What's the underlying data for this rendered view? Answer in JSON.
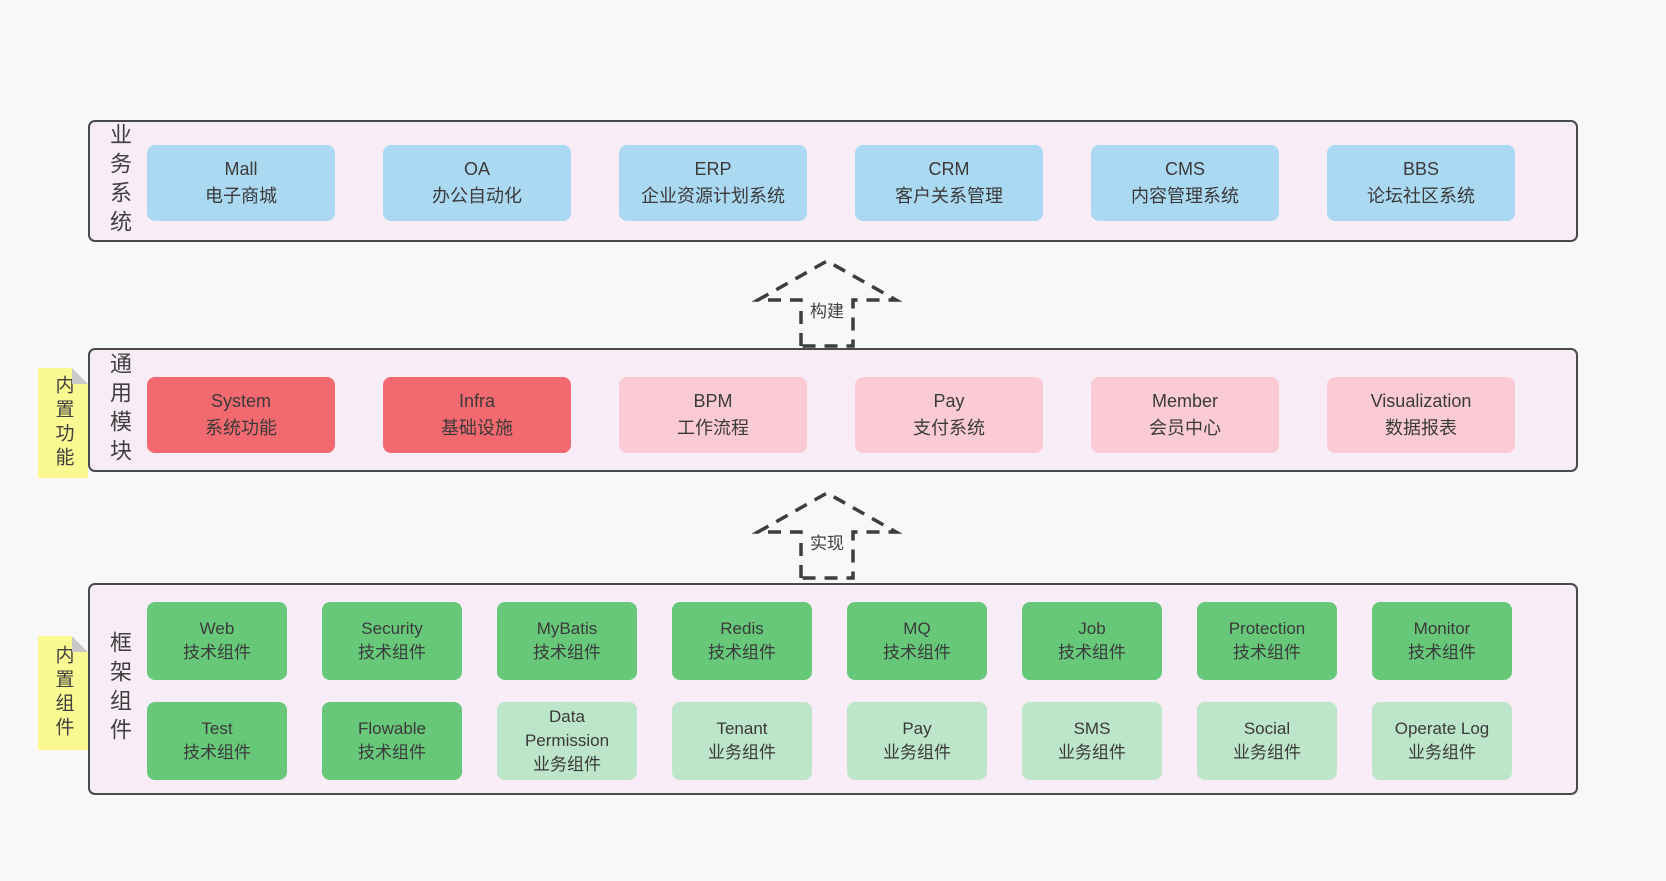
{
  "colors": {
    "page_bg": "#f8f8f8",
    "band_bg": "#f8edf6",
    "band_border": "#4a4a4a",
    "blue_box": "#abd9f2",
    "red_box": "#f2696f",
    "pink_box": "#fbcbd5",
    "green_box": "#67c87a",
    "light_green_box": "#bde5c9",
    "sticky_yellow": "#fbf992",
    "sticky_fold": "#c9c9c9",
    "text": "#3b3b3b"
  },
  "arrows": [
    {
      "label": "构建"
    },
    {
      "label": "实现"
    }
  ],
  "bands": [
    {
      "label": "业务系统",
      "boxes": [
        {
          "en": "Mall",
          "zh": "电子商城"
        },
        {
          "en": "OA",
          "zh": "办公自动化"
        },
        {
          "en": "ERP",
          "zh": "企业资源计划系统"
        },
        {
          "en": "CRM",
          "zh": "客户关系管理"
        },
        {
          "en": "CMS",
          "zh": "内容管理系统"
        },
        {
          "en": "BBS",
          "zh": "论坛社区系统"
        }
      ]
    },
    {
      "label": "通用模块",
      "sticky": "内置功能",
      "boxes": [
        {
          "en": "System",
          "zh": "系统功能"
        },
        {
          "en": "Infra",
          "zh": "基础设施"
        },
        {
          "en": "BPM",
          "zh": "工作流程"
        },
        {
          "en": "Pay",
          "zh": "支付系统"
        },
        {
          "en": "Member",
          "zh": "会员中心"
        },
        {
          "en": "Visualization",
          "zh": "数据报表"
        }
      ]
    },
    {
      "label": "框架组件",
      "sticky": "内置组件",
      "rows": [
        {
          "boxes": [
            {
              "en": "Web",
              "zh": "技术组件"
            },
            {
              "en": "Security",
              "zh": "技术组件"
            },
            {
              "en": "MyBatis",
              "zh": "技术组件"
            },
            {
              "en": "Redis",
              "zh": "技术组件"
            },
            {
              "en": "MQ",
              "zh": "技术组件"
            },
            {
              "en": "Job",
              "zh": "技术组件"
            },
            {
              "en": "Protection",
              "zh": "技术组件"
            },
            {
              "en": "Monitor",
              "zh": "技术组件"
            }
          ]
        },
        {
          "boxes": [
            {
              "en": "Test",
              "zh": "技术组件"
            },
            {
              "en": "Flowable",
              "zh": "技术组件"
            },
            {
              "en": "Data Permission",
              "zh": "业务组件"
            },
            {
              "en": "Tenant",
              "zh": "业务组件"
            },
            {
              "en": "Pay",
              "zh": "业务组件"
            },
            {
              "en": "SMS",
              "zh": "业务组件"
            },
            {
              "en": "Social",
              "zh": "业务组件"
            },
            {
              "en": "Operate Log",
              "zh": "业务组件"
            }
          ]
        }
      ]
    }
  ]
}
